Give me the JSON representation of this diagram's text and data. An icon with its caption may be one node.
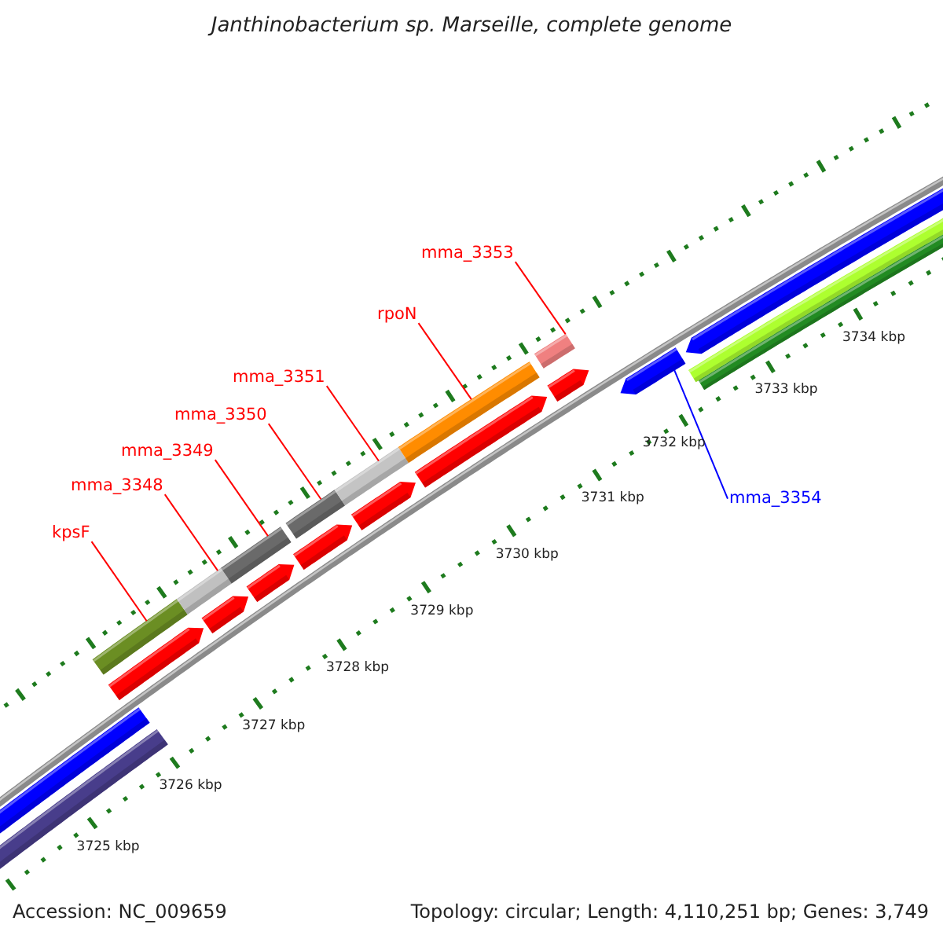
{
  "diagram": {
    "title": "Janthinobacterium sp. Marseille, complete genome",
    "nodes": [
      {
        "text": [
          "kpsF"
        ]
      },
      {
        "text": [],
        "shape": "bar"
      },
      {
        "text": [
          "mma_3348"
        ]
      },
      {
        "text": [],
        "shape": "bar"
      },
      {
        "text": [
          "mma_3349"
        ]
      },
      {
        "text": [],
        "shape": "bar"
      },
      {
        "text": [
          "mma_3350"
        ]
      },
      {
        "text": [],
        "shape": "bar"
      },
      {
        "text": [
          "mma_3351"
        ]
      },
      {
        "text": [],
        "shape": "bar"
      },
      {
        "text": [
          "rpoN"
        ]
      },
      {
        "text": [],
        "shape": "bar"
      },
      {
        "text": [
          "mma_3353"
        ]
      },
      {
        "text": [],
        "shape": "bar"
      },
      {
        "text": [
          "mma_3354"
        ]
      },
      {
        "text": [],
        "shape": "bar"
      }
    ],
    "edges": [
      {
        "from": 0,
        "to": 1,
        "arrow": "none"
      },
      {
        "from": 2,
        "to": 3,
        "arrow": "none"
      },
      {
        "from": 4,
        "to": 5,
        "arrow": "none"
      },
      {
        "from": 6,
        "to": 7,
        "arrow": "none"
      },
      {
        "from": 8,
        "to": 9,
        "arrow": "none"
      },
      {
        "from": 10,
        "to": 11,
        "arrow": "none"
      },
      {
        "from": 12,
        "to": 13,
        "arrow": "none"
      },
      {
        "from": 14,
        "to": 15,
        "arrow": "none",
        "color": "#0000ff"
      }
    ],
    "labels": [
      "3734 kbp",
      "3733 kbp",
      "3732 kbp",
      "3731 kbp",
      "3730 kbp",
      "3729 kbp",
      "3728 kbp",
      "3727 kbp",
      "3726 kbp",
      "3725 kbp",
      "Accession: NC_009659",
      "Topology: circular; Length: 4,110,251 bp; Genes: 3,749"
    ]
  }
}
